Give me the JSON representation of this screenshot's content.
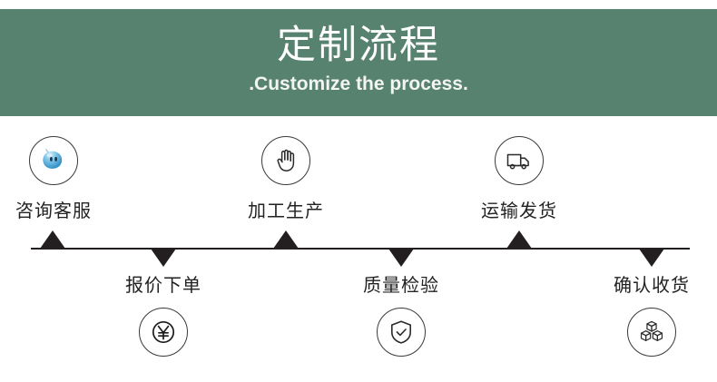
{
  "banner": {
    "title": "定制流程",
    "subtitle": ".Customize the process.",
    "background_color": "#588270",
    "text_color": "#ffffff"
  },
  "timeline": {
    "line_color": "#231f20",
    "marker_color": "#231f20"
  },
  "steps": [
    {
      "index": 1,
      "label": "咨询客服",
      "icon": "chat-bubble-mascot-icon",
      "position": "top",
      "marker": "triangle-up"
    },
    {
      "index": 2,
      "label": "报价下单",
      "icon": "yuan-currency-icon",
      "position": "bottom",
      "marker": "triangle-down"
    },
    {
      "index": 3,
      "label": "加工生产",
      "icon": "hand-palm-icon",
      "position": "top",
      "marker": "triangle-up"
    },
    {
      "index": 4,
      "label": "质量检验",
      "icon": "shield-check-icon",
      "position": "bottom",
      "marker": "triangle-down"
    },
    {
      "index": 5,
      "label": "运输发货",
      "icon": "delivery-truck-icon",
      "position": "top",
      "marker": "triangle-up"
    },
    {
      "index": 6,
      "label": "确认收货",
      "icon": "stacked-boxes-icon",
      "position": "bottom",
      "marker": "triangle-down"
    }
  ]
}
